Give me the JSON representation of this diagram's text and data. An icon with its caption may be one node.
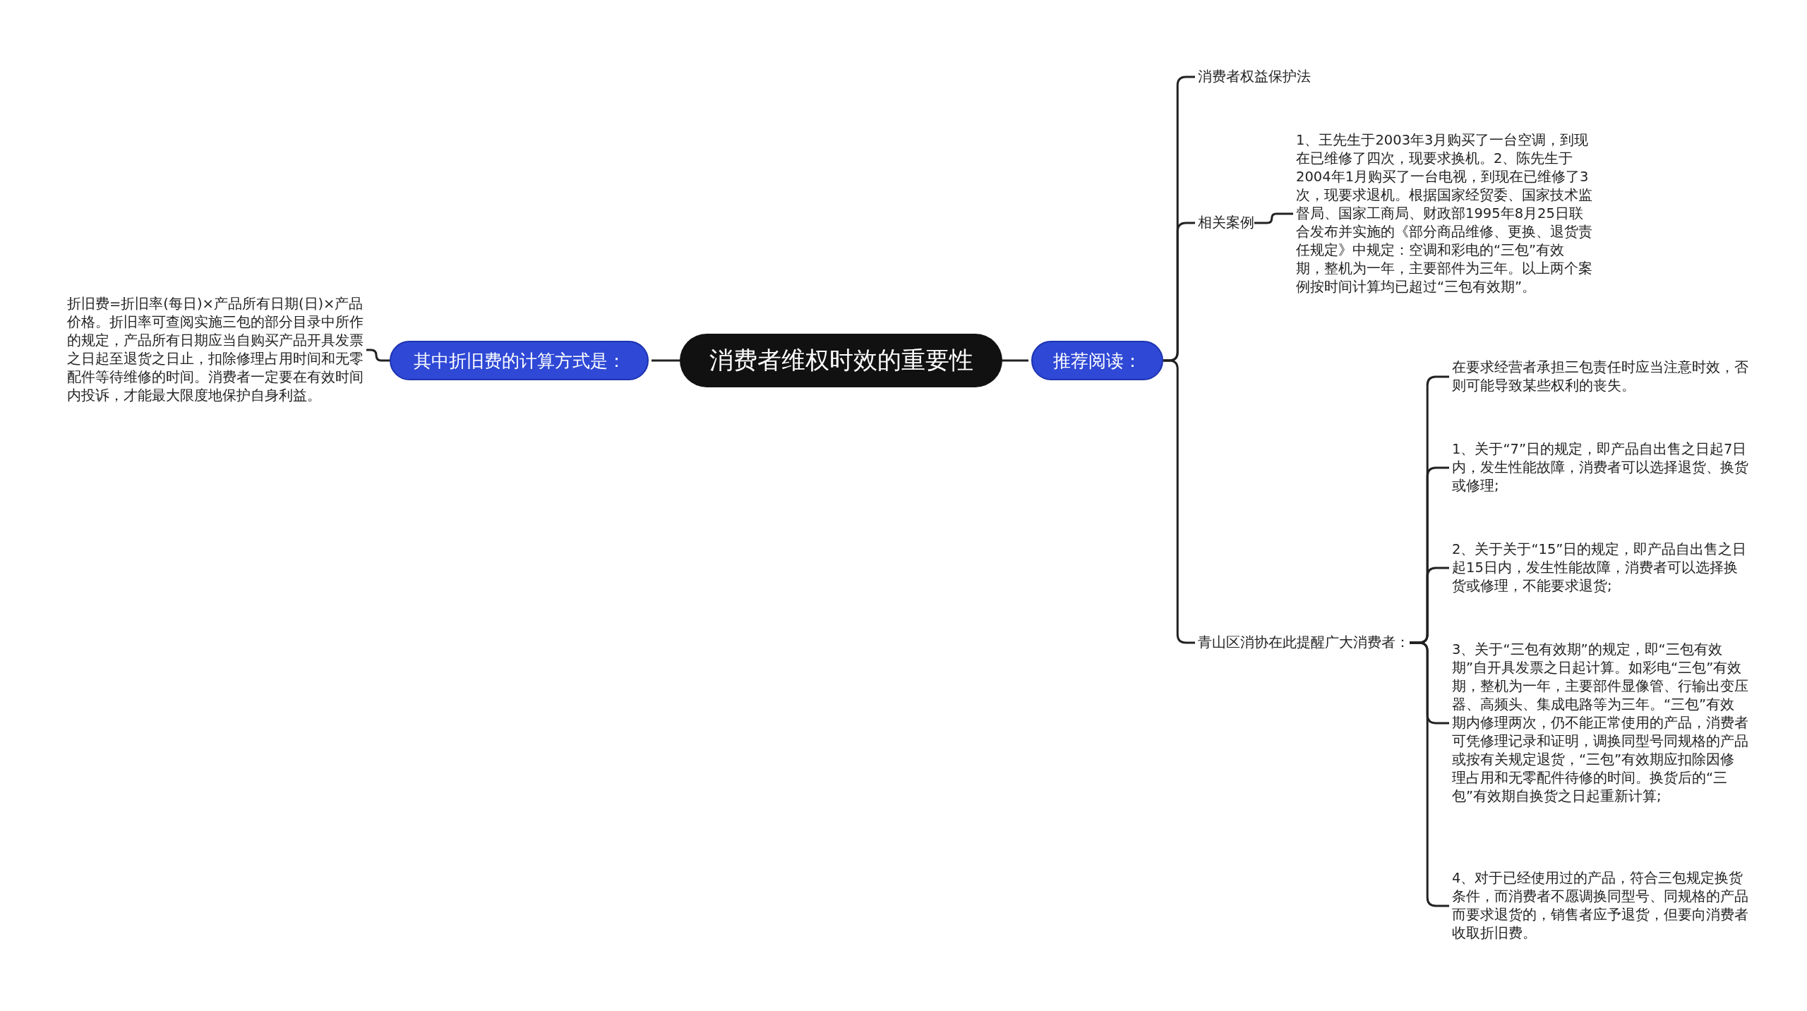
{
  "diagram": {
    "nodes": [
      {
        "text": [
          "消费者维权时效的重要性"
        ]
      },
      {
        "text": [
          "其中折旧费的计算方式是："
        ]
      },
      {
        "text": [
          "折旧费=折旧率(每日)×产品所有日期(日)×产品价格。折旧率可查阅实施三包的部分目录中所作的规定，产品所有日期应当自购买产品开具发票之日起至退货之日止，扣除修理占用时间和无零配件等待维修的时间。消费者一定要在有效时间内投诉，才能最大限度地保护自身利益。"
        ]
      },
      {
        "text": [
          "推荐阅读："
        ]
      },
      {
        "text": [
          "消费者权益保护法"
        ]
      },
      {
        "text": [
          "相关案例"
        ]
      },
      {
        "text": [
          "1、王先生于2003年3月购买了一台空调，到现在已维修了四次，现要求换机。2、陈先生于2004年1月购买了一台电视，到现在已维修了3次，现要求退机。根据国家经贸委、国家技术监督局、国家工商局、财政部1995年8月25日联合发布并实施的《部分商品维修、更换、退货责任规定》中规定：空调和彩电的“三包”有效期，整机为一年，主要部件为三年。以上两个案例按时间计算均已超过“三包有效期”。"
        ]
      },
      {
        "text": [
          "青山区消协在此提醒广大消费者："
        ]
      },
      {
        "text": [
          "在要求经营者承担三包责任时应当注意时效，否则可能导致某些权利的丧失。"
        ]
      },
      {
        "text": [
          "1、关于“7”日的规定，即产品自出售之日起7日内，发生性能故障，消费者可以选择退货、换货或修理;"
        ]
      },
      {
        "text": [
          "2、关于关于“15”日的规定，即产品自出售之日起15日内，发生性能故障，消费者可以选择换货或修理，不能要求退货;"
        ]
      },
      {
        "text": [
          "3、关于“三包有效期”的规定，即“三包有效期”自开具发票之日起计算。如彩电“三包”有效期，整机为一年，主要部件显像管、行输出变压器、高频头、集成电路等为三年。“三包”有效期内修理两次，仍不能正常使用的产品，消费者可凭修理记录和证明，调换同型号同规格的产品或按有关规定退货，“三包”有效期应扣除因修理占用和无零配件待修的时间。换货后的“三包”有效期自换货之日起重新计算;"
        ]
      },
      {
        "text": [
          "4、对于已经使用过的产品，符合三包规定换货条件，而消费者不愿调换同型号、同规格的产品而要求退货的，销售者应予退货，但要向消费者收取折旧费。"
        ]
      }
    ],
    "edges": [
      {
        "from": 0,
        "to": 1,
        "arrow": "none"
      },
      {
        "from": 1,
        "to": 2,
        "arrow": "none"
      },
      {
        "from": 0,
        "to": 3,
        "arrow": "none"
      },
      {
        "from": 3,
        "to": 4,
        "arrow": "none"
      },
      {
        "from": 3,
        "to": 5,
        "arrow": "none"
      },
      {
        "from": 5,
        "to": 6,
        "arrow": "none"
      },
      {
        "from": 3,
        "to": 7,
        "arrow": "none"
      },
      {
        "from": 7,
        "to": 8,
        "arrow": "none"
      },
      {
        "from": 7,
        "to": 9,
        "arrow": "none"
      },
      {
        "from": 7,
        "to": 10,
        "arrow": "none"
      },
      {
        "from": 7,
        "to": 11,
        "arrow": "none"
      },
      {
        "from": 7,
        "to": 12,
        "arrow": "none"
      }
    ]
  }
}
